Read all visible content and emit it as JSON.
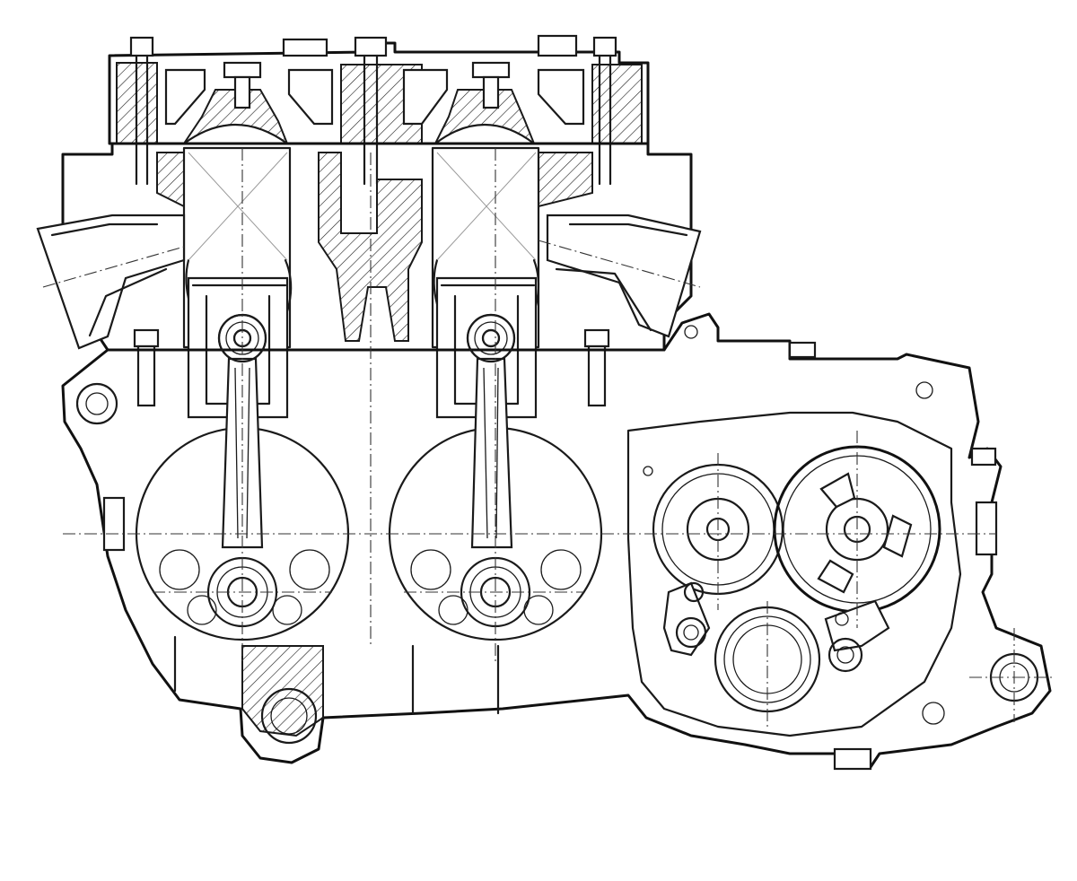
{
  "drawing": {
    "subject": "two-cylinder-two-stroke-engine-cross-section",
    "style": "monochrome-technical-line-drawing",
    "colors": {
      "line": "#1a1a1a",
      "background": "#ffffff",
      "hatch": "#1a1a1a"
    },
    "cylinders": 2,
    "gears": 3
  }
}
